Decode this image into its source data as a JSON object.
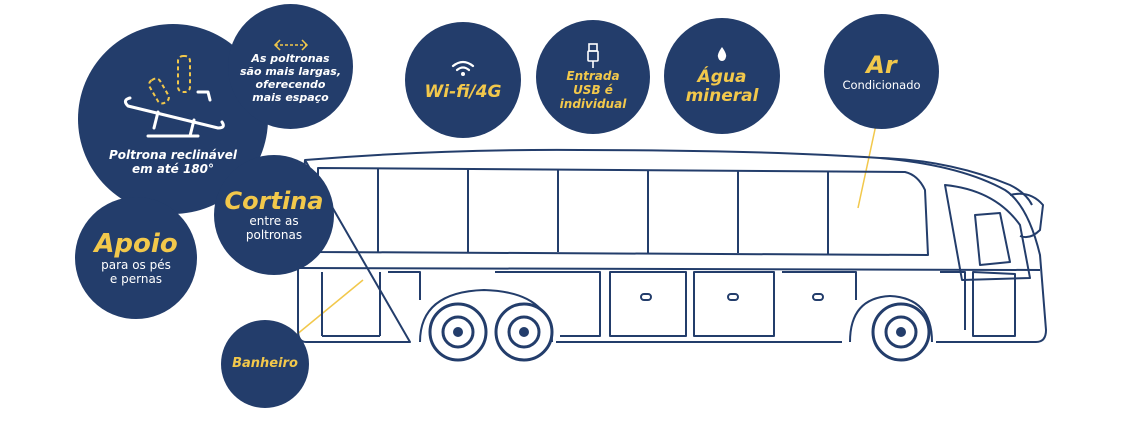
{
  "features": {
    "recliner": {
      "line1": "Poltrona reclinável",
      "line2": "em até 180°",
      "icon": "recliner-seat-icon"
    },
    "wider_seats": {
      "l1": "As poltronas",
      "l2": "são mais largas,",
      "l3": "oferecendo",
      "l4": "mais espaço",
      "icon": "width-arrows-icon"
    },
    "wifi": {
      "label": "Wi-fi/4G",
      "icon": "wifi-icon"
    },
    "usb": {
      "l1": "Entrada",
      "l2": "USB",
      "l2b": "é",
      "l3": "individual",
      "icon": "usb-plug-icon"
    },
    "water": {
      "l1": "Água",
      "l2": "mineral",
      "icon": "water-drop-icon"
    },
    "ac": {
      "title": "Ar",
      "sub": "Condicionado"
    },
    "curtain": {
      "title": "Cortina",
      "l1": "entre as",
      "l2": "poltronas"
    },
    "support": {
      "title": "Apoio",
      "l1": "para os pés",
      "l2": "e pernas"
    },
    "bathroom": {
      "label": "Banheiro"
    }
  },
  "colors": {
    "badge": "#233d6b",
    "accent": "#f2c84b",
    "outline": "#233d6b"
  }
}
